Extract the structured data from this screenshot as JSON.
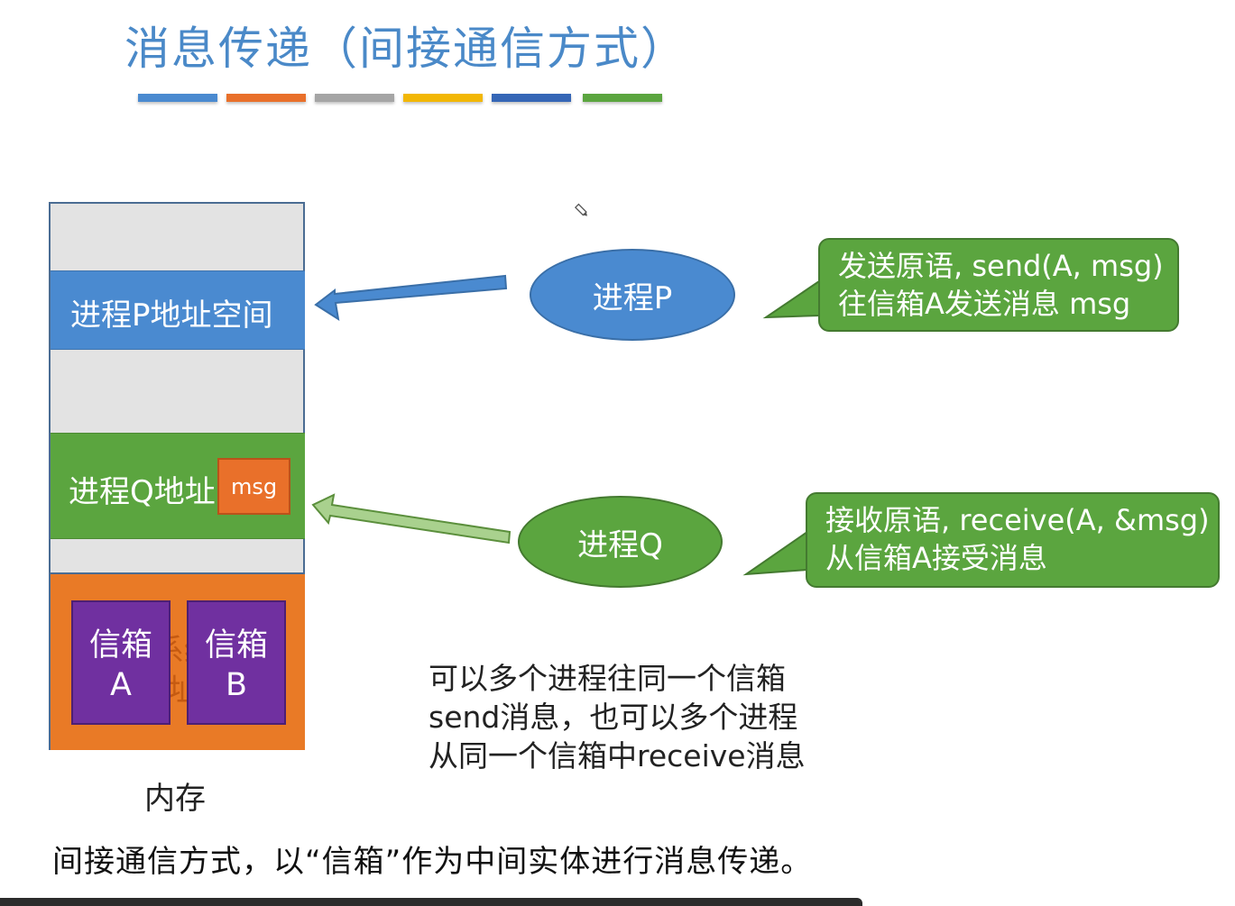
{
  "title": "消息传递（间接通信方式）",
  "stripes": [
    "#4a8ad0",
    "#e9702a",
    "#a5a5a5",
    "#f2b705",
    "#3566b6",
    "#5ba53f"
  ],
  "memory": {
    "p_region_label": "进程P地址空间",
    "q_region_label": "进程Q地址",
    "msg_label": "msg",
    "kernel_fragment_top": "系统",
    "kernel_fragment_bottom": "址",
    "mailbox_a": {
      "line1": "信箱",
      "line2": "A"
    },
    "mailbox_b": {
      "line1": "信箱",
      "line2": "B"
    },
    "caption": "内存"
  },
  "processes": {
    "p_label": "进程P",
    "q_label": "进程Q"
  },
  "callouts": {
    "send_line1": "发送原语, send(A, msg)",
    "send_line2": "往信箱A发送消息 msg",
    "receive_line1": "接收原语, receive(A, &msg)",
    "receive_line2": "从信箱A接受消息"
  },
  "note": {
    "line1": "可以多个进程往同一个信箱",
    "line2": "send消息，也可以多个进程",
    "line3": "从同一个信箱中receive消息"
  },
  "footer": "间接通信方式，以“信箱”作为中间实体进行消息传递。",
  "colors": {
    "title_blue": "#4a89c8",
    "process_p_blue": "#4a8ad0",
    "process_q_green": "#5ba53f",
    "kernel_orange": "#e97a26",
    "mailbox_purple": "#7030a0",
    "arrow_q_light_green": "#a9d18e"
  }
}
